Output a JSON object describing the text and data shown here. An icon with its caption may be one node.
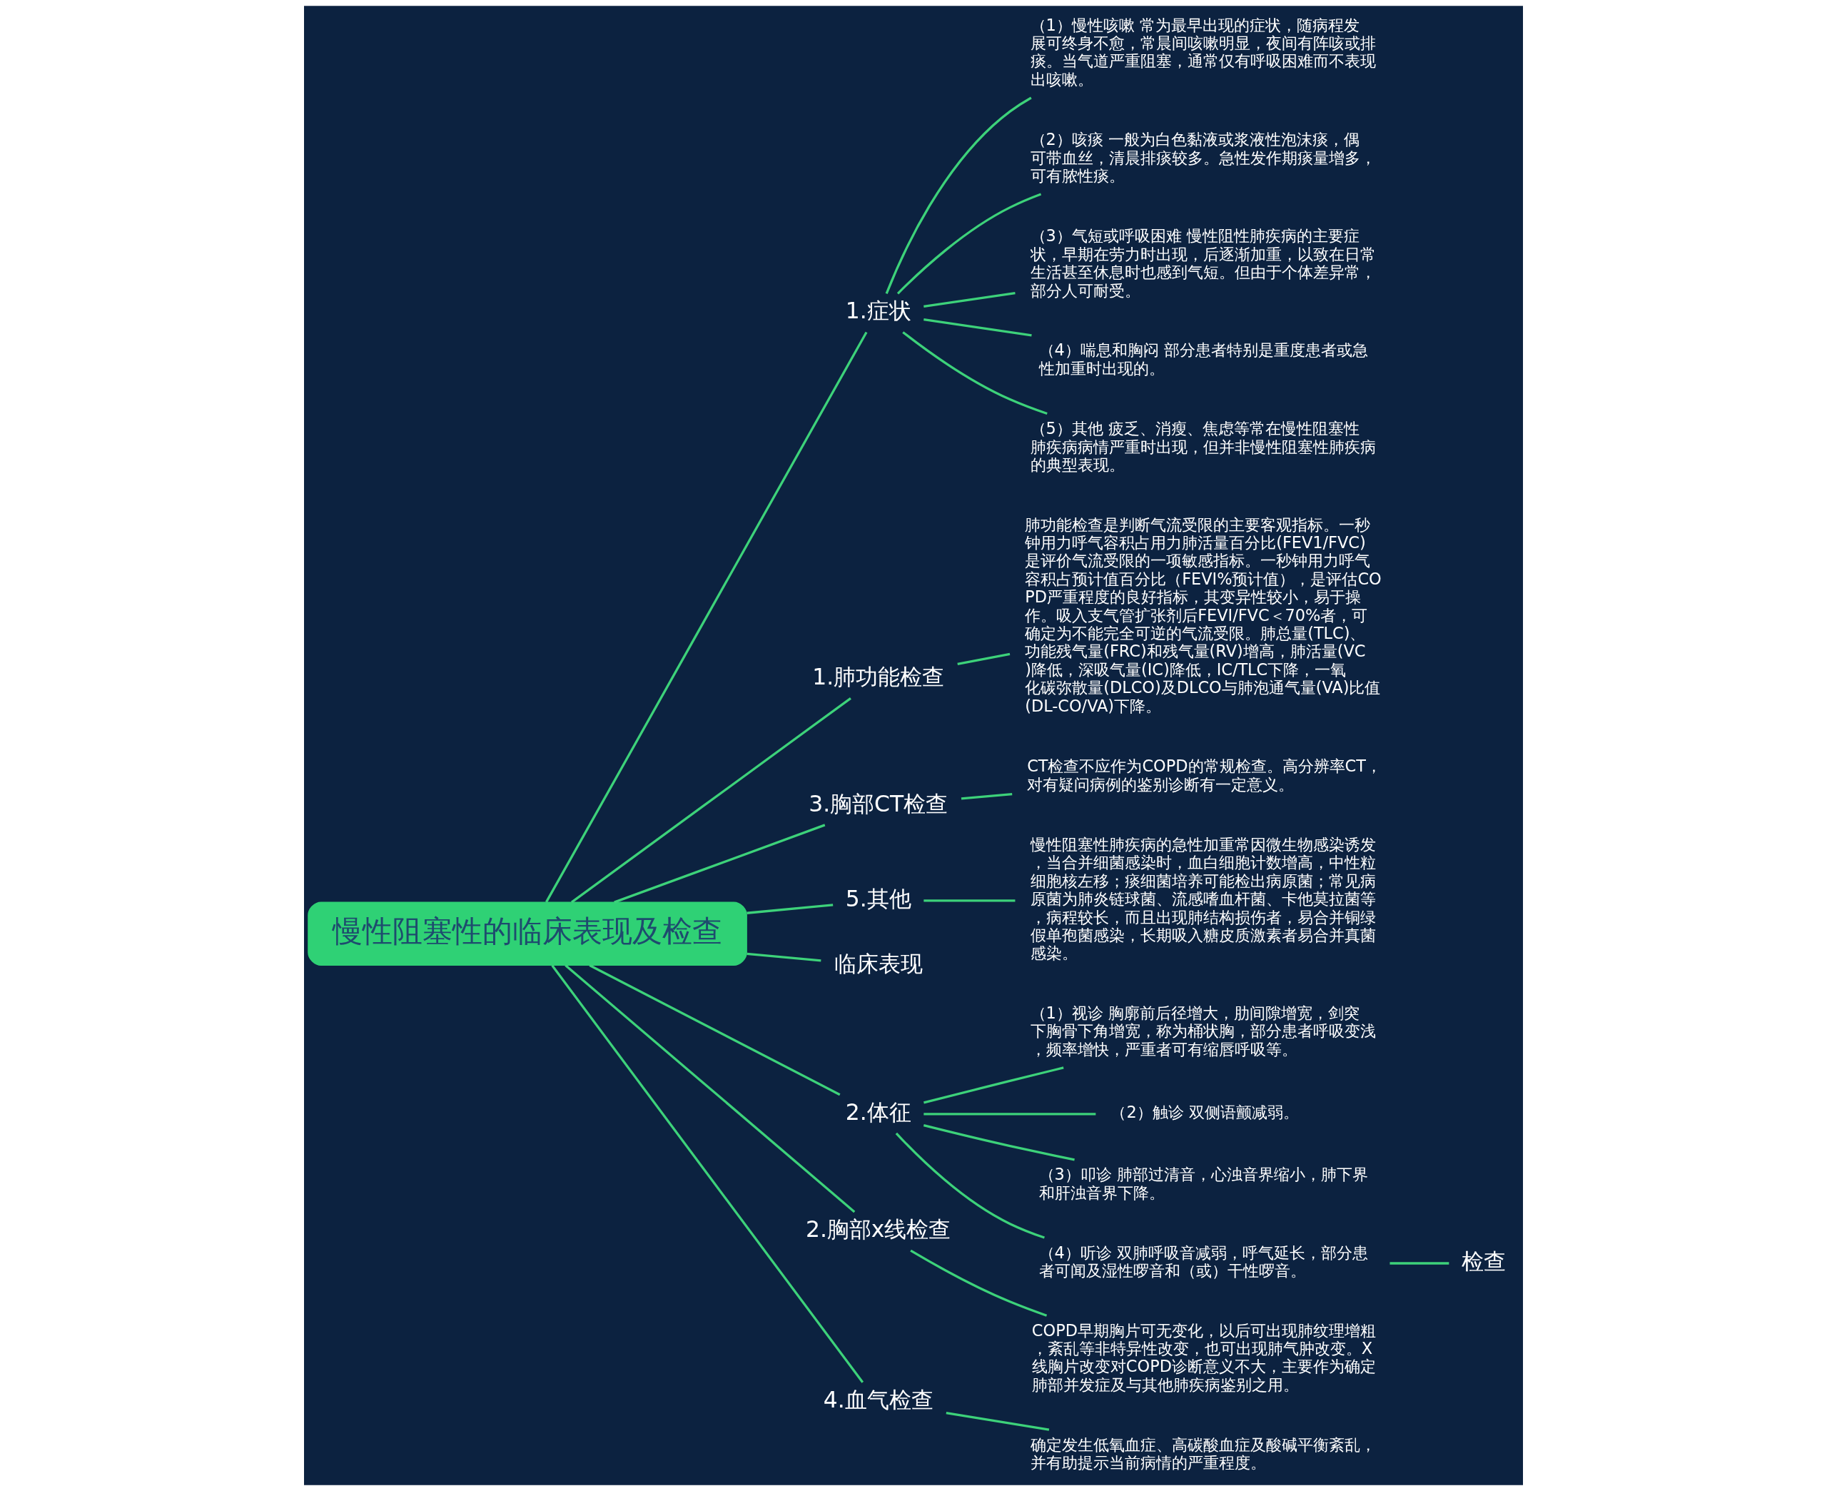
{
  "diagram": {
    "nodes": [
      {
        "text": [
          "慢性阻塞性的临床表现及检查"
        ]
      },
      {
        "text": [
          "1.症状"
        ]
      },
      {
        "text": [
          "（1）慢性咳嗽 常为最早出现的症状，随病程发展可终身不愈，常晨间咳嗽明显，夜间有阵咳或排痰。当气道严重阻塞，通常仅有呼吸困难而不表现出咳嗽。"
        ]
      },
      {
        "text": [
          "（2）咳痰 一般为白色黏液或浆液性泡沫痰，偶可带血丝，清晨排痰较多。急性发作期痰量增多，可有脓性痰。"
        ]
      },
      {
        "text": [
          "（3）气短或呼吸困难 慢性阻性肺疾病的主要症状，早期在劳力时出现，后逐渐加重，以致在日常生活甚至休息时也感到气短。但由于个体差异常，部分人可耐受。"
        ]
      },
      {
        "text": [
          "（4）喘息和胸闷 部分患者特别是重度患者或急性加重时出现的。"
        ]
      },
      {
        "text": [
          "（5）其他 疲乏、消瘦、焦虑等常在慢性阻塞性肺疾病病情严重时出现，但并非慢性阻塞性肺疾病的典型表现。"
        ]
      },
      {
        "text": [
          "1.肺功能检查"
        ]
      },
      {
        "text": [
          "肺功能检查是判断气流受限的主要客观指标。一秒钟用力呼气容积占用力肺活量百分比(FEV1/FVC)是评价气流受限的一项敏感指标。一秒钟用力呼气容积占预计值百分比（FEVI%预计值），是评估COPD严重程度的良好指标，其变异性较小，易于操作。吸入支气管扩张剂后FEVI/FVC＜70%者，可确定为不能完全可逆的气流受限。肺总量(TLC)、功能残气量(FRC)和残气量(RV)增高，肺活量(VC)降低，深吸气量(IC)降低，IC/TLC下降，一氧化碳弥散量(DLCO)及DLCO与肺泡通气量(VA)比值(DL-CO/VA)下降。"
        ]
      },
      {
        "text": [
          "3.胸部CT检查"
        ]
      },
      {
        "text": [
          "CT检查不应作为COPD的常规检查。高分辨率CT，对有疑问病例的鉴别诊断有一定意义。"
        ]
      },
      {
        "text": [
          "5.其他"
        ]
      },
      {
        "text": [
          "慢性阻塞性肺疾病的急性加重常因微生物感染诱发，当合并细菌感染时，血白细胞计数增高，中性粒细胞核左移；痰细菌培养可能检出病原菌；常见病原菌为肺炎链球菌、流感嗜血杆菌、卡他莫拉菌等，病程较长，而且出现肺结构损伤者，易合并铜绿假单孢菌感染，长期吸入糖皮质激素者易合并真菌感染。"
        ]
      },
      {
        "text": [
          "临床表现"
        ]
      },
      {
        "text": [
          "2.体征"
        ]
      },
      {
        "text": [
          "（1）视诊 胸廓前后径增大，肋间隙增宽，剑突下胸骨下角增宽，称为桶状胸，部分患者呼吸变浅，频率增快，严重者可有缩唇呼吸等。"
        ]
      },
      {
        "text": [
          "（2）触诊 双侧语颤减弱。"
        ]
      },
      {
        "text": [
          "（3）叩诊 肺部过清音，心浊音界缩小，肺下界和肝浊音界下降。"
        ]
      },
      {
        "text": [
          "（4）听诊 双肺呼吸音减弱，呼气延长，部分患者可闻及湿性啰音和（或）干性啰音。"
        ]
      },
      {
        "text": [
          "检查"
        ]
      },
      {
        "text": [
          "2.胸部x线检查"
        ]
      },
      {
        "text": [
          "COPD早期胸片可无变化，以后可出现肺纹理增粗，紊乱等非特异性改变，也可出现肺气肿改变。X线胸片改变对COPD诊断意义不大，主要作为确定肺部并发症及与其他肺疾病鉴别之用。"
        ]
      },
      {
        "text": [
          "4.血气检查"
        ]
      },
      {
        "text": [
          "确定发生低氧血症、高碳酸血症及酸碱平衡紊乱，并有助提示当前病情的严重程度。"
        ]
      }
    ],
    "edges": [
      {
        "from": 0,
        "to": 1,
        "arrow": "none"
      },
      {
        "from": 1,
        "to": 2,
        "arrow": "none"
      },
      {
        "from": 1,
        "to": 3,
        "arrow": "none"
      },
      {
        "from": 1,
        "to": 4,
        "arrow": "none"
      },
      {
        "from": 1,
        "to": 5,
        "arrow": "none"
      },
      {
        "from": 1,
        "to": 6,
        "arrow": "none"
      },
      {
        "from": 0,
        "to": 7,
        "arrow": "none"
      },
      {
        "from": 7,
        "to": 8,
        "arrow": "none"
      },
      {
        "from": 0,
        "to": 9,
        "arrow": "none"
      },
      {
        "from": 9,
        "to": 10,
        "arrow": "none"
      },
      {
        "from": 0,
        "to": 11,
        "arrow": "none"
      },
      {
        "from": 11,
        "to": 12,
        "arrow": "none"
      },
      {
        "from": 0,
        "to": 13,
        "arrow": "none"
      },
      {
        "from": 0,
        "to": 14,
        "arrow": "none"
      },
      {
        "from": 14,
        "to": 15,
        "arrow": "none"
      },
      {
        "from": 14,
        "to": 16,
        "arrow": "none"
      },
      {
        "from": 14,
        "to": 17,
        "arrow": "none"
      },
      {
        "from": 14,
        "to": 18,
        "arrow": "none"
      },
      {
        "from": 18,
        "to": 19,
        "arrow": "none"
      },
      {
        "from": 0,
        "to": 20,
        "arrow": "none"
      },
      {
        "from": 20,
        "to": 21,
        "arrow": "none"
      },
      {
        "from": 0,
        "to": 22,
        "arrow": "none"
      },
      {
        "from": 22,
        "to": 23,
        "arrow": "none"
      }
    ]
  }
}
